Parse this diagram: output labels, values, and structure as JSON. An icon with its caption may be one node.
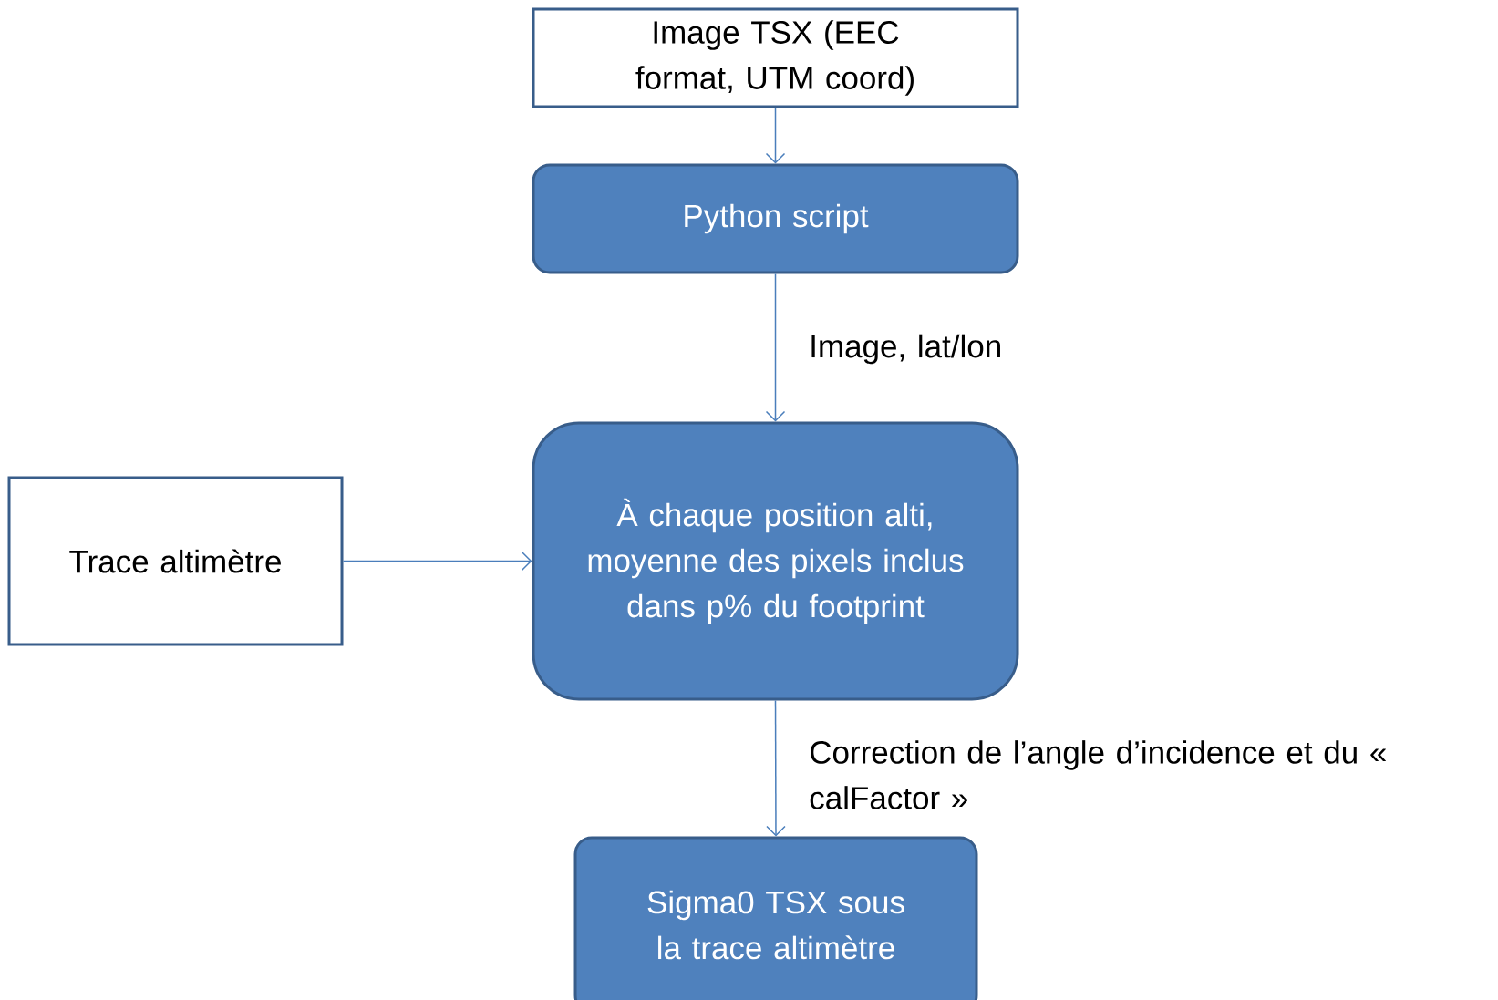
{
  "diagram": {
    "nodes": [
      {
        "text": [
          "Image TSX (EEC format, UTM coord)"
        ]
      },
      {
        "text": [
          "Python script"
        ]
      },
      {
        "text": [
          "À chaque position alti, moyenne des pixels inclus dans p% du footprint"
        ]
      },
      {
        "text": [
          "Trace altimètre"
        ]
      },
      {
        "text": [
          "Sigma0 TSX sous la trace altimètre"
        ]
      }
    ],
    "edges": [
      {
        "from": 0,
        "to": 1,
        "arrow": "to"
      },
      {
        "from": 1,
        "to": 2,
        "arrow": "to",
        "label": "Image, lat/lon"
      },
      {
        "from": 3,
        "to": 2,
        "arrow": "to"
      },
      {
        "from": 2,
        "to": 4,
        "arrow": "to",
        "label": "Correction de l’angle d’incidence et du « calFactor »"
      }
    ]
  }
}
